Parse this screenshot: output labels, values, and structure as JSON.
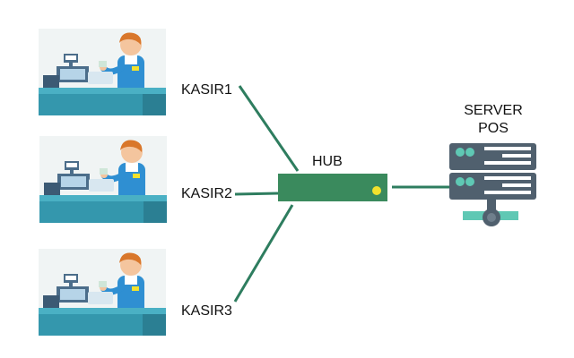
{
  "colors": {
    "link": "#2e7d5f",
    "hub": "#3a8a5d",
    "hub_led": "#f2e12d",
    "server_body": "#50606e",
    "server_stripe": "#ffffff",
    "server_led": "#5fc8b4",
    "counter_top": "#4ab0c4",
    "counter_face": "#3497ad",
    "shirt": "#2f8fd2",
    "hair": "#d9772b",
    "skin": "#f4c59e",
    "register": "#4b6d8a",
    "register_light": "#b6d4e8",
    "background_panel": "#f0f4f4"
  },
  "nodes": {
    "kasir1": {
      "label": "KASIR1",
      "icon": "cashier-icon"
    },
    "kasir2": {
      "label": "KASIR2",
      "icon": "cashier-icon"
    },
    "kasir3": {
      "label": "KASIR3",
      "icon": "cashier-icon"
    },
    "hub": {
      "label": "HUB",
      "icon": "hub-icon"
    },
    "server": {
      "label_line1": "SERVER",
      "label_line2": "POS",
      "icon": "server-icon"
    }
  }
}
